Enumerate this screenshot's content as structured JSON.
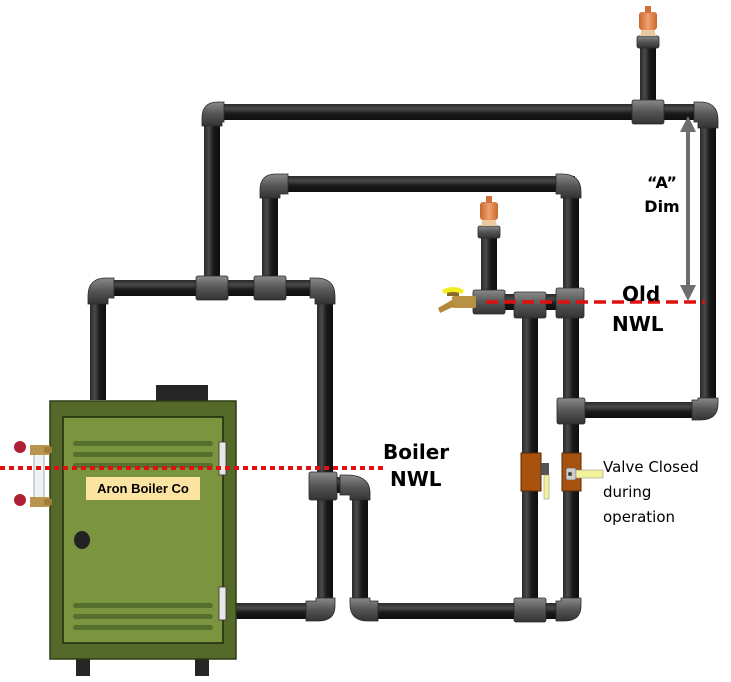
{
  "diagram": {
    "title": "Boiler near-boiler piping with water line levels",
    "labels": {
      "boiler_nameplate": "Aron Boiler Co",
      "boiler_nwl_line1": "Boiler",
      "boiler_nwl_line2": "NWL",
      "old_nwl_line1": "Old",
      "old_nwl_line2": "NWL",
      "a_dim_line1": "“A”",
      "a_dim_line2": "Dim",
      "valve_note_line1": "Valve Closed",
      "valve_note_line2": "during",
      "valve_note_line3": "operation"
    },
    "colors": {
      "boiler_body": "#54692a",
      "boiler_door": "#7a9440",
      "pipe": "#1e1e1e",
      "fitting": "#5a5a5a",
      "water_line": "#e01010",
      "dimension_arrow": "#6e6e6e",
      "valve_body": "#a8520f",
      "valve_handle": "#f3f19a",
      "air_vent": "#e08a4a"
    },
    "components": [
      {
        "name": "boiler",
        "label_key": "boiler_nameplate"
      },
      {
        "name": "sight-glass",
        "label_key": null
      },
      {
        "name": "main-air-vent",
        "label_key": null
      },
      {
        "name": "secondary-air-vent",
        "label_key": null
      },
      {
        "name": "drain-valve",
        "label_key": null
      },
      {
        "name": "ball-valve-open",
        "label_key": null
      },
      {
        "name": "ball-valve-closed",
        "label_key": "valve_note_line1"
      }
    ]
  }
}
